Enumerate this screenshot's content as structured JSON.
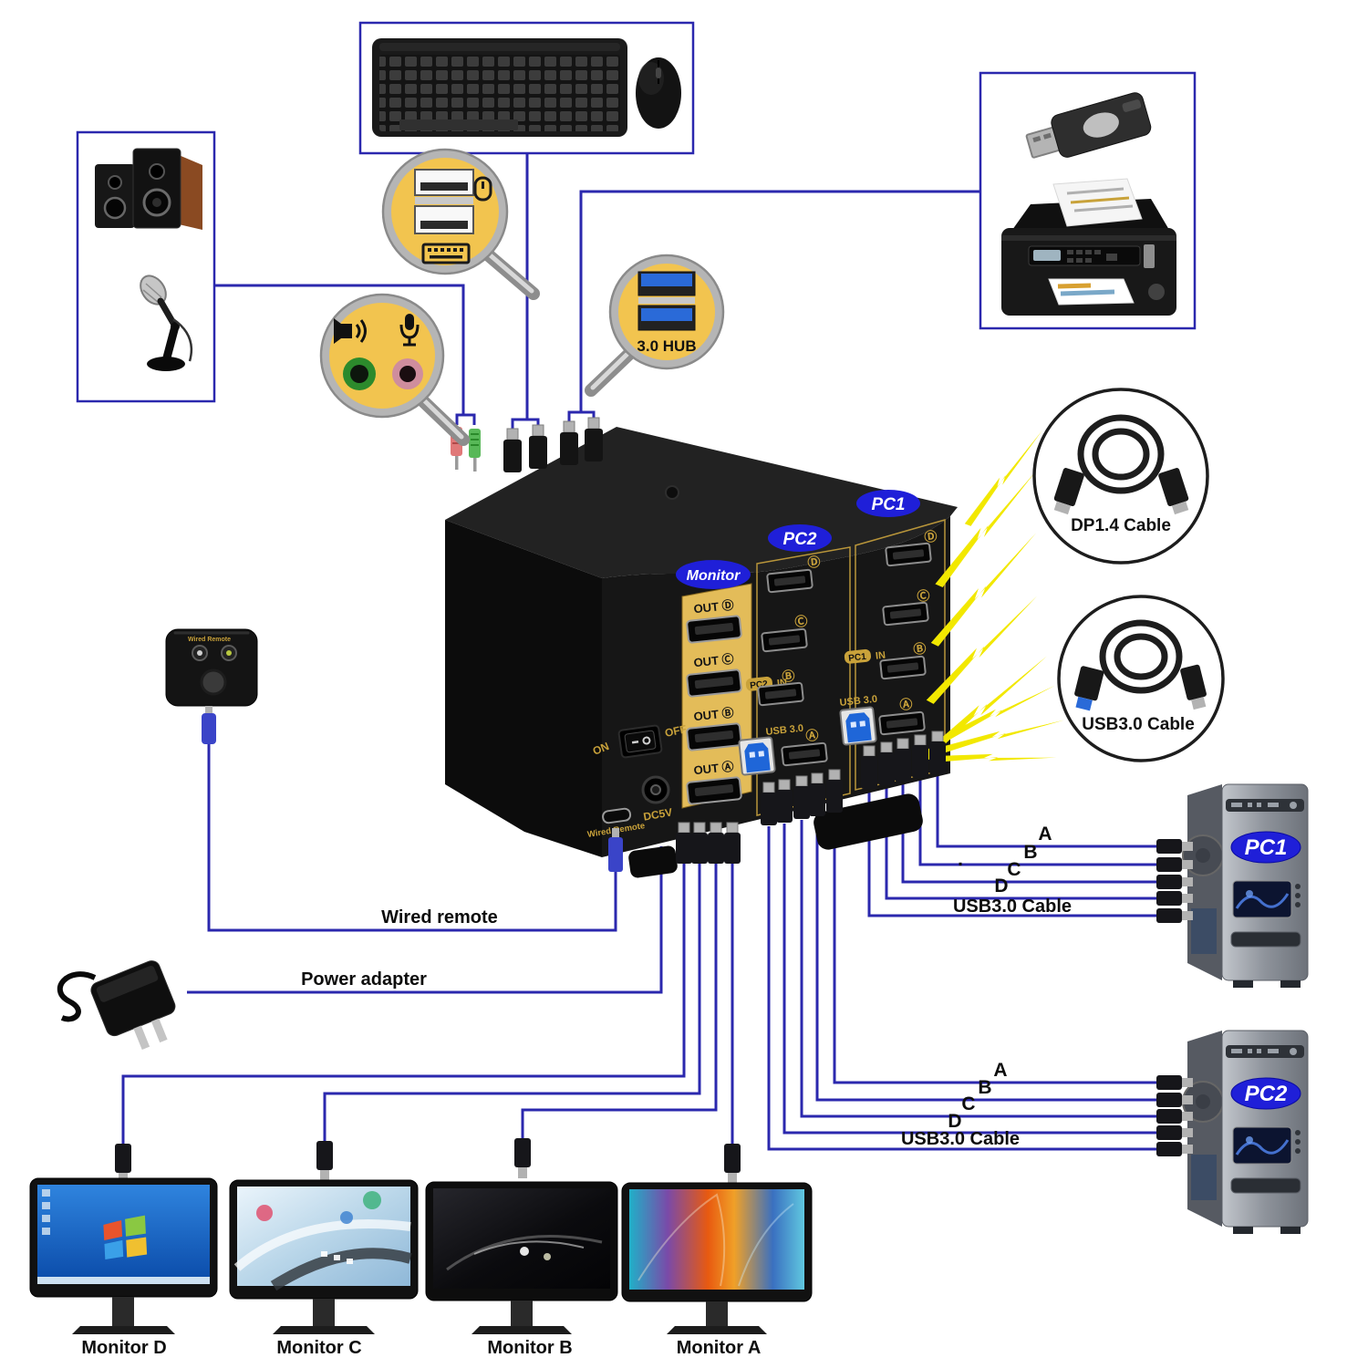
{
  "colors": {
    "line_blue": "#2b28ae",
    "oval_blue": "#1f1fd8",
    "panel_gold": "#e3bc59",
    "label_gold": "#c9a23a",
    "magnifier_yellow": "#f2c44f",
    "bolt_yellow": "#f2e800",
    "usb3_blue": "#1f66d8",
    "audio_green": "#3aa83a",
    "audio_pink": "#d88898"
  },
  "kvm": {
    "ovals": {
      "monitor": "Monitor",
      "pc2": "PC2",
      "pc1": "PC1"
    },
    "monitor_col": {
      "out_labels": [
        "OUT Ⓓ",
        "OUT Ⓒ",
        "OUT Ⓑ",
        "OUT Ⓐ"
      ]
    },
    "pc2_col": {
      "ports": [
        "Ⓓ",
        "Ⓒ",
        "Ⓑ",
        "Ⓐ"
      ],
      "in_badge": "PC2",
      "in_text": "IN",
      "usb_label": "USB 3.0"
    },
    "pc1_col": {
      "ports": [
        "Ⓓ",
        "Ⓒ",
        "Ⓑ",
        "Ⓐ"
      ],
      "in_badge": "PC1",
      "in_text": "IN",
      "usb_label": "USB 3.0"
    },
    "controls": {
      "on": "ON",
      "off": "OFF",
      "dc": "DC5V",
      "remote_port": "Wired Remote"
    }
  },
  "magnifiers": {
    "usb_hub_label": "3.0 HUB",
    "kb_mouse_icons": [
      "mouse-icon",
      "keyboard-icon"
    ],
    "audio_icons": [
      "speaker-icon",
      "microphone-icon"
    ]
  },
  "cable_circles": {
    "dp": "DP1.4 Cable",
    "usb": "USB3.0 Cable"
  },
  "connections": {
    "wired_remote": "Wired remote",
    "power_adapter": "Power adapter"
  },
  "pc1": {
    "name": "PC1",
    "cables": [
      "A",
      "B",
      "C",
      "D",
      "USB3.0 Cable"
    ],
    "stray_dot": "."
  },
  "pc2": {
    "name": "PC2",
    "cables": [
      "A",
      "B",
      "C",
      "D",
      "USB3.0 Cable"
    ]
  },
  "monitors": [
    {
      "name": "Monitor D"
    },
    {
      "name": "Monitor C"
    },
    {
      "name": "Monitor B"
    },
    {
      "name": "Monitor A"
    }
  ]
}
